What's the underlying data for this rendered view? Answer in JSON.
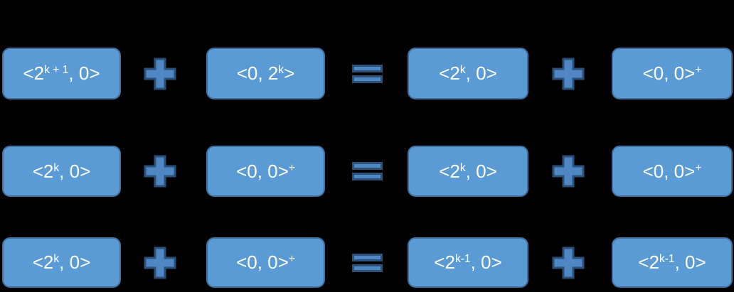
{
  "colors": {
    "background": "#000000",
    "box_fill": "#5B9BD5",
    "box_border": "#41719C",
    "operator_fill": "#4E87C4",
    "operator_border": "#2B5178",
    "text": "#FFFFFF"
  },
  "icons": {
    "plus": "plus-icon",
    "equals": "equals-icon"
  },
  "rows": [
    {
      "operators": [
        "plus",
        "equals",
        "plus"
      ],
      "cells": [
        {
          "segments": [
            {
              "t": "<2"
            },
            {
              "t": "k + 1",
              "sup": true
            },
            {
              "t": ", 0>"
            }
          ]
        },
        {
          "segments": [
            {
              "t": "<0, 2"
            },
            {
              "t": "k",
              "sup": true
            },
            {
              "t": ">"
            }
          ]
        },
        {
          "segments": [
            {
              "t": "<2"
            },
            {
              "t": "k",
              "sup": true
            },
            {
              "t": ", 0>"
            }
          ]
        },
        {
          "segments": [
            {
              "t": "<0, 0>"
            },
            {
              "t": "+",
              "sup": true
            }
          ]
        }
      ]
    },
    {
      "operators": [
        "plus",
        "equals",
        "plus"
      ],
      "cells": [
        {
          "segments": [
            {
              "t": "<2"
            },
            {
              "t": "k",
              "sup": true
            },
            {
              "t": ", 0>"
            }
          ]
        },
        {
          "segments": [
            {
              "t": "<0, 0>"
            },
            {
              "t": "+",
              "sup": true
            }
          ]
        },
        {
          "segments": [
            {
              "t": "<2"
            },
            {
              "t": "k",
              "sup": true
            },
            {
              "t": ", 0>"
            }
          ]
        },
        {
          "segments": [
            {
              "t": "<0, 0>"
            },
            {
              "t": "+",
              "sup": true
            }
          ]
        }
      ]
    },
    {
      "operators": [
        "plus",
        "equals",
        "plus"
      ],
      "cells": [
        {
          "segments": [
            {
              "t": "<2"
            },
            {
              "t": "k",
              "sup": true
            },
            {
              "t": ", 0>"
            }
          ]
        },
        {
          "segments": [
            {
              "t": "<0, 0>"
            },
            {
              "t": "+",
              "sup": true
            }
          ]
        },
        {
          "segments": [
            {
              "t": "<2"
            },
            {
              "t": "k-1",
              "sup": true
            },
            {
              "t": ", 0>"
            }
          ]
        },
        {
          "segments": [
            {
              "t": "<2"
            },
            {
              "t": "k-1",
              "sup": true
            },
            {
              "t": ", 0>"
            }
          ]
        }
      ]
    }
  ]
}
